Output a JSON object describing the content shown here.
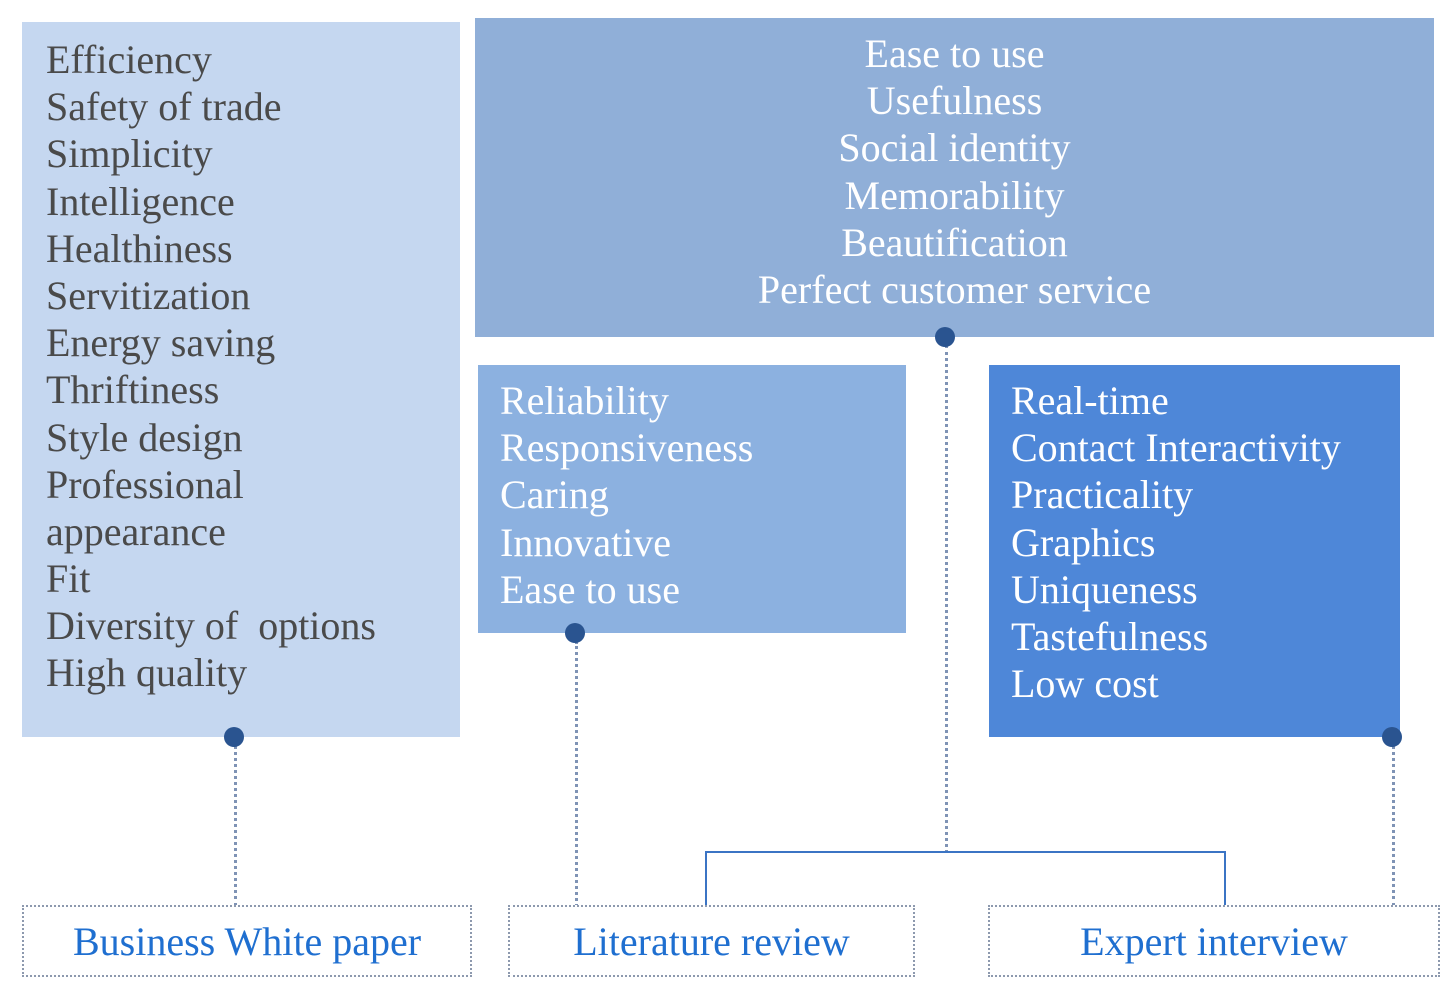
{
  "diagram": {
    "panels": {
      "business_white_paper_attributes": {
        "lines": [
          "Efficiency",
          "Safety of trade",
          "Simplicity",
          "Intelligence",
          "Healthiness",
          "Servitization",
          "Energy saving",
          "Thriftiness",
          "Style design",
          "Professional",
          "appearance",
          "Fit",
          "Diversity of  options",
          "High quality"
        ]
      },
      "top_attributes": {
        "lines": [
          "Ease to use",
          "Usefulness",
          "Social identity",
          "Memorability",
          "Beautification",
          "Perfect customer service"
        ]
      },
      "literature_review_attributes": {
        "lines": [
          "Reliability",
          "Responsiveness",
          "Caring",
          "Innovative",
          "Ease to use"
        ]
      },
      "expert_interview_attributes": {
        "lines": [
          "Real-time",
          "Contact Interactivity",
          "Practicality",
          "Graphics",
          "Uniqueness",
          "Tastefulness",
          "Low cost"
        ]
      }
    },
    "sources": {
      "white_paper": "Business White paper",
      "literature": "Literature review",
      "expert": "Expert interview"
    },
    "colors": {
      "panel_business": "#c5d7f0",
      "panel_top": "#90afd8",
      "panel_middle": "#8cb1e0",
      "panel_right": "#4e87d8",
      "source_text": "#1f6fd0",
      "connector_dot": "#2a5490",
      "bracket_line": "#3b74c4",
      "dotted_border": "#8d99ae"
    }
  }
}
